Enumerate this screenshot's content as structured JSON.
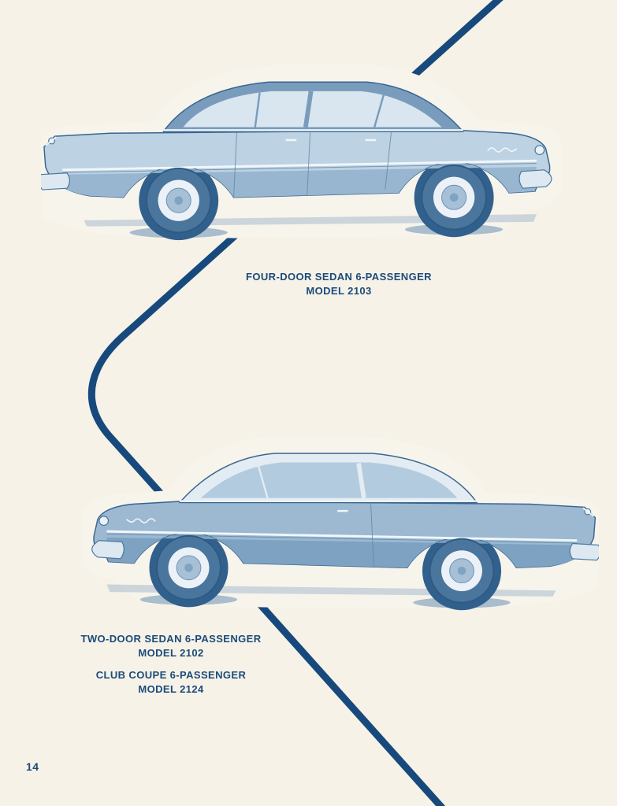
{
  "page": {
    "page_number": "14"
  },
  "captions": {
    "top_car": {
      "line1": "FOUR-DOOR SEDAN 6-PASSENGER",
      "line2": "MODEL 2103"
    },
    "bottom_car_sedan": {
      "line1": "TWO-DOOR SEDAN 6-PASSENGER",
      "line2": "MODEL 2102"
    },
    "bottom_car_coupe": {
      "line1": "CLUB COUPE 6-PASSENGER",
      "line2": "MODEL 2124"
    }
  },
  "illustrations": {
    "top_car": "four-door-sedan-side-view-facing-right",
    "bottom_car": "two-door-sedan-side-view-facing-left",
    "decoration": "thick-diagonal-line-with-left-curve"
  },
  "colors": {
    "paper": "#f6f2e7",
    "ink": "#1b4a7c",
    "accent": "#17497d"
  }
}
